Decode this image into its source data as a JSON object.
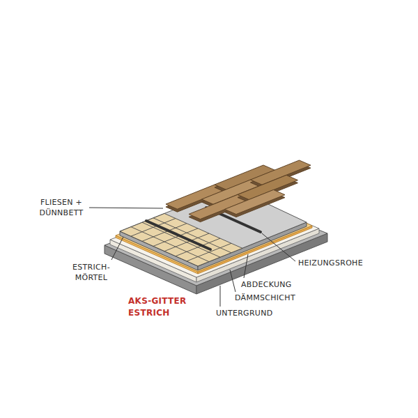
{
  "diagram": {
    "labels": [
      "FLIESEN + DÜNNBETT",
      "ESTRICH- MÖRTEL",
      "AKS-GITTER ESTRICH",
      "HEIZUNGSROHE",
      "ABDECKUNG",
      "DÄMMSCHICHT",
      "UNTERGRUND"
    ]
  }
}
